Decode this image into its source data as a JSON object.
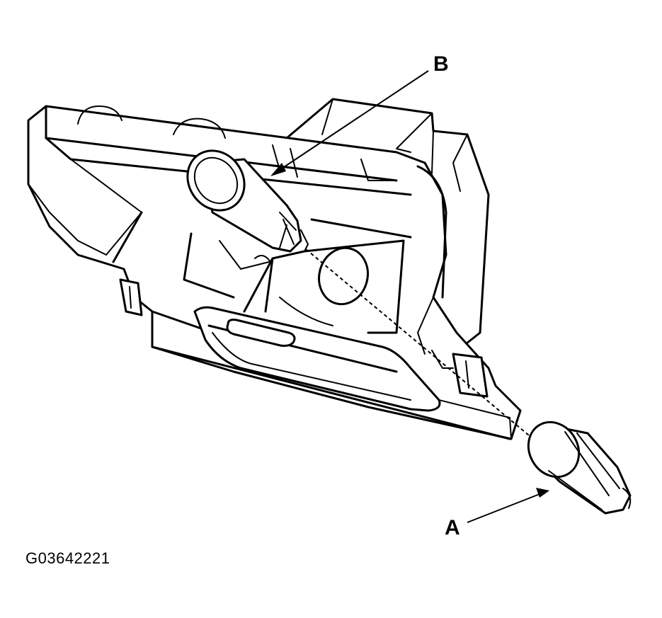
{
  "callouts": {
    "a": "A",
    "b": "B"
  },
  "figure_id": "G03642221"
}
